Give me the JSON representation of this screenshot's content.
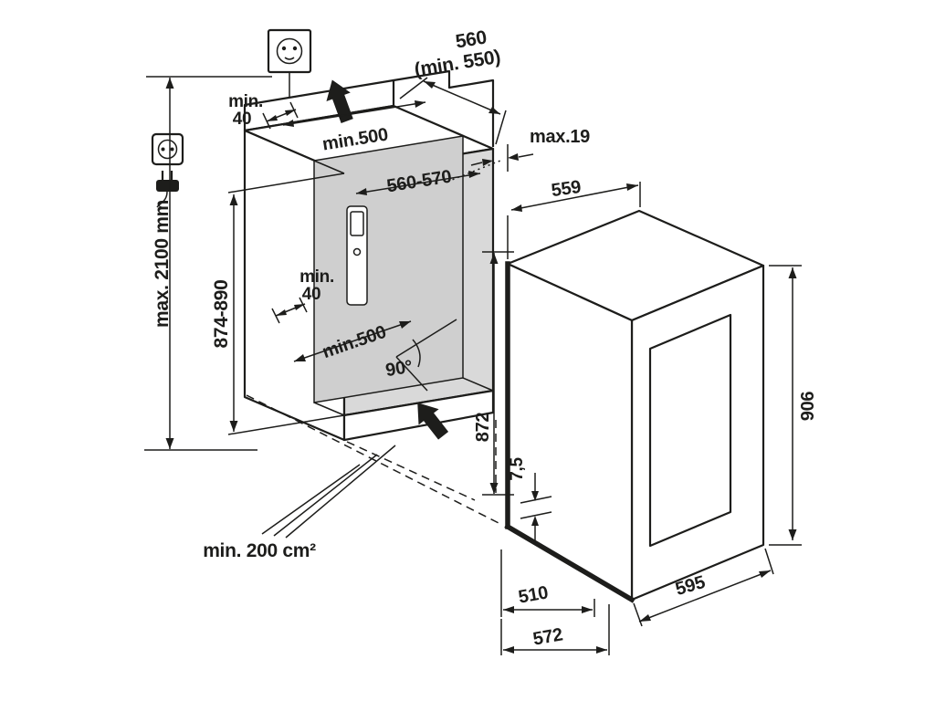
{
  "diagram": {
    "type": "appliance-built-in-installation-drawing",
    "line_color": "#1d1d1b",
    "niche_fill": "#d9d9d9",
    "dimensions": {
      "niche_depth": {
        "line1": "560",
        "line2": "(min. 550)"
      },
      "wall_clearance_top": {
        "line1": "min.",
        "line2": "40"
      },
      "top_clearance_depth": "min.500",
      "front_panel_overlap": "max.19",
      "niche_width": "560-570",
      "socket_max_height": "max. 2100 mm",
      "niche_height": "874-890",
      "bottom_clearance": {
        "line1": "min.",
        "line2": "40"
      },
      "bottom_clearance_depth": "min.500",
      "door_opening_angle": "90°",
      "appliance_height": "872",
      "foot_adjustment": "7,5",
      "ventilation_area": "min. 200 cm²",
      "appliance_top_depth": "559",
      "appliance_total_height": "906",
      "appliance_depth_body": "510",
      "appliance_depth_total": "572",
      "appliance_width": "595"
    },
    "icons": {
      "wall_socket": "schuko-socket-icon",
      "power_plug": "plug-icon",
      "air_out": "airflow-arrow-up-icon",
      "air_in": "airflow-arrow-in-icon"
    }
  }
}
